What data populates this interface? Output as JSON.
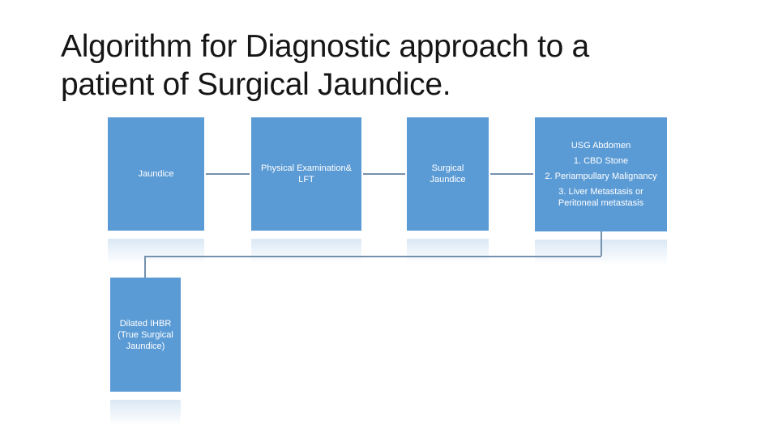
{
  "title": {
    "line1": "Algorithm for Diagnostic approach to a",
    "line2": "patient of Surgical Jaundice."
  },
  "flowchart": {
    "jaundice": {
      "label": "Jaundice"
    },
    "physical": {
      "label": "Physical Examination& LFT"
    },
    "surgical": {
      "label": "Surgical Jaundice"
    },
    "usg": {
      "lines": [
        "USG Abdomen",
        "1. CBD Stone",
        "2. Periampullary Malignancy",
        "3. Liver Metastasis or Peritoneal metastasis"
      ]
    },
    "dilated": {
      "label": "Dilated IHBR (True Surgical Jaundice)"
    }
  },
  "colors": {
    "background": "#FFFFFF",
    "title_text": "#161616",
    "box_fill": "#5B9BD5",
    "box_text": "#FFFFFF",
    "connector": "#7491AE"
  }
}
